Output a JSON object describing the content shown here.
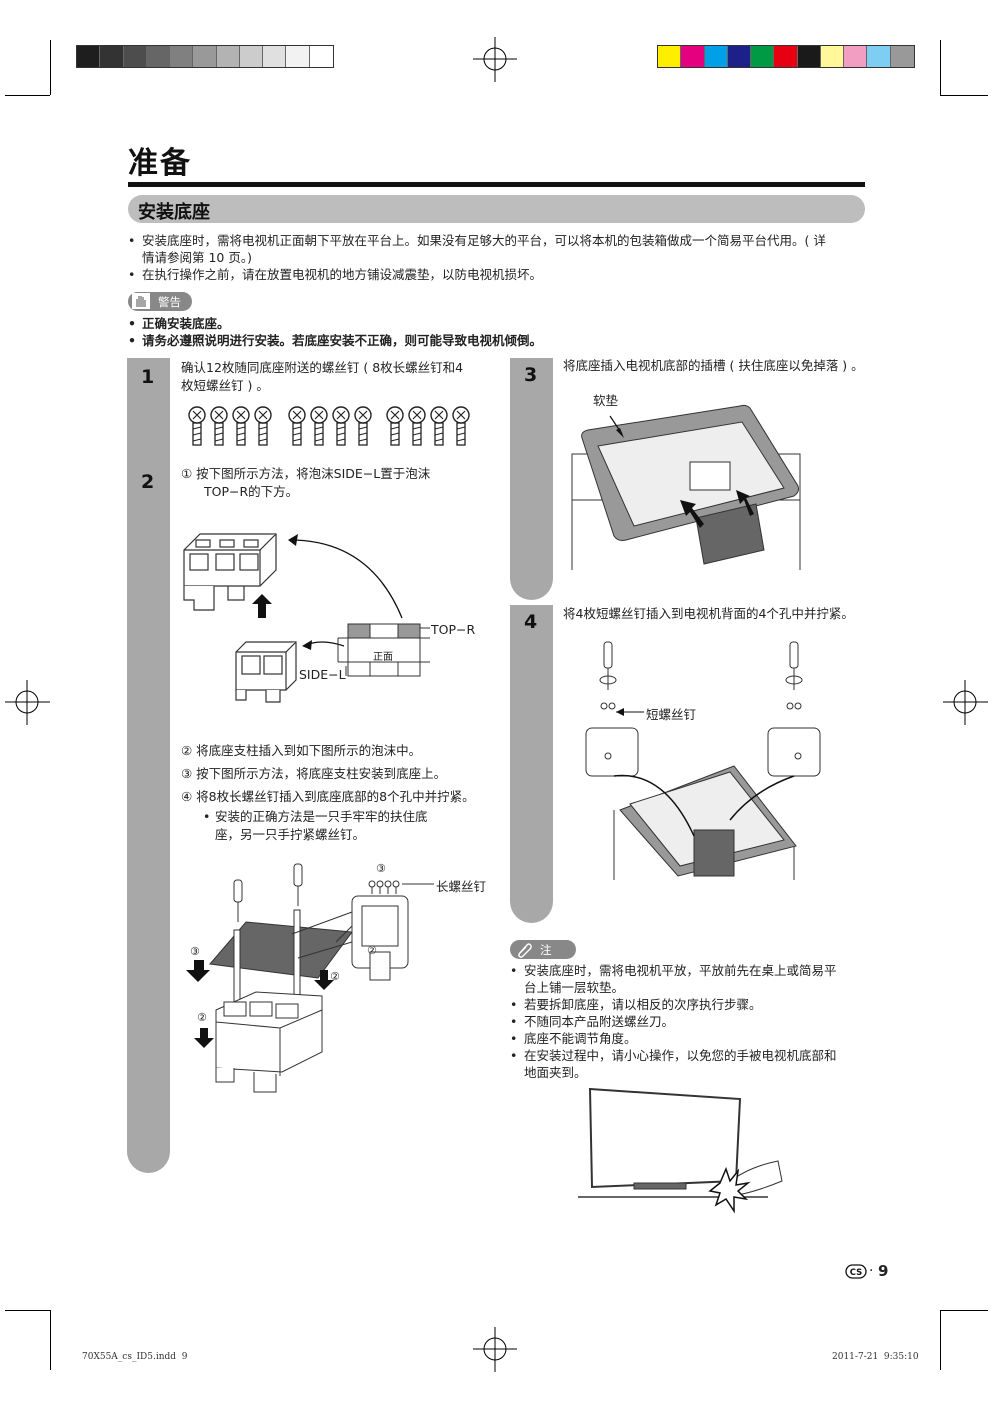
{
  "page": {
    "title": "准备",
    "section": "安装底座",
    "footer_left": "70X55A_cs_ID5.indd  9",
    "footer_right": "2011-7-21  9:35:10",
    "page_number": "9",
    "page_prefix": "CS"
  },
  "intro_bullets": [
    "安装底座时，需将电视机正面朝下平放在平台上。如果没有足够大的平台，可以将本机的包装箱做成一个简易平台代用。( 详",
    "情请参阅第 10 页。)",
    "在执行操作之前，请在放置电视机的地方铺设减震垫，以防电视机损坏。"
  ],
  "warning": {
    "label": "警告",
    "items": [
      "正确安装底座。",
      "请务必遵照说明进行安装。若底座安装不正确，则可能导致电视机倾倒。"
    ]
  },
  "step1": {
    "num": "1",
    "text_line1": "确认12枚随同底座附送的螺丝钉 ( 8枚长螺丝钉和4",
    "text_line2": "枚短螺丝钉 ) 。"
  },
  "step2": {
    "num": "2",
    "sub1_line1": "①  按下图所示方法，将泡沫SIDE−L置于泡沫",
    "sub1_line2": "TOP−R的下方。",
    "label_top": "TOP−R",
    "label_front": "正面",
    "label_side": "SIDE−L",
    "sub2": "②  将底座支柱插入到如下图所示的泡沫中。",
    "sub3": "③  按下图所示方法，将底座支柱安装到底座上。",
    "sub4": "④  将8枚长螺丝钉插入到底座底部的8个孔中并拧紧。",
    "sub4_note_line1": "安装的正确方法是一只手牢牢的扶住底",
    "sub4_note_line2": "座，另一只手拧紧螺丝钉。",
    "label_long_screw": "长螺丝钉",
    "circ3": "③",
    "circ2": "②"
  },
  "step3": {
    "num": "3",
    "text": "将底座插入电视机底部的插槽 ( 扶住底座以免掉落 ) 。",
    "label_pad": "软垫"
  },
  "step4": {
    "num": "4",
    "text": "将4枚短螺丝钉插入到电视机背面的4个孔中并拧紧。",
    "label_short_screw": "短螺丝钉"
  },
  "note": {
    "label": "注",
    "items": [
      {
        "l1": "安装底座时，需将电视机平放，平放前先在桌上或简易平",
        "l2": "台上铺一层软垫。"
      },
      {
        "l1": "若要拆卸底座，请以相反的次序执行步骤。",
        "l2": ""
      },
      {
        "l1": "不随同本产品附送螺丝刀。",
        "l2": ""
      },
      {
        "l1": "底座不能调节角度。",
        "l2": ""
      },
      {
        "l1": "在安装过程中，请小心操作，以免您的手被电视机底部和",
        "l2": "地面夹到。"
      }
    ]
  },
  "colors": {
    "grey_bar": [
      "#1e1e1e",
      "#333333",
      "#4d4d4d",
      "#666666",
      "#808080",
      "#999999",
      "#b3b3b3",
      "#cccccc",
      "#e0e0e0",
      "#f2f2f2",
      "#ffffff"
    ],
    "color_bar": [
      "#ffee00",
      "#e4007f",
      "#00a0e9",
      "#1d2088",
      "#009944",
      "#e60012",
      "#1a1a1a",
      "#fff799",
      "#f19ec2",
      "#7ecef4",
      "#999999"
    ],
    "accent_grey": "#a8a8a8"
  }
}
